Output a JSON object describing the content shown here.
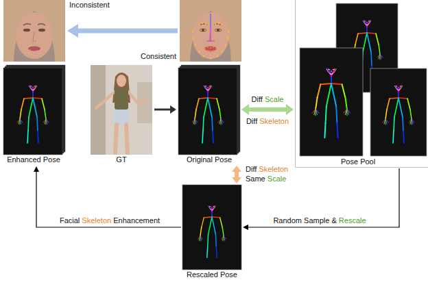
{
  "diagram": {
    "nodes": [
      {
        "text": [
          "Inconsistent"
        ]
      },
      {
        "text": [
          "Consistent"
        ]
      },
      {
        "text": [
          "Pose Pool"
        ]
      },
      {
        "text": [
          "Enhanced Pose"
        ]
      },
      {
        "text": [
          "GT"
        ]
      },
      {
        "text": [
          "Original Pose"
        ]
      },
      {
        "text": [
          "Rescaled Pose"
        ]
      }
    ],
    "edges": [
      {
        "from": 1,
        "to": 0,
        "arrow": "to"
      },
      {
        "from": 4,
        "to": 5,
        "arrow": "to"
      },
      {
        "from": 5,
        "to": 2,
        "arrow": "both"
      },
      {
        "from": 5,
        "to": 6,
        "arrow": "both"
      },
      {
        "from": 2,
        "to": 6,
        "arrow": "to",
        "label": "Random Sample & Rescale"
      },
      {
        "from": 6,
        "to": 3,
        "arrow": "to",
        "label": "Facial Skeleton Enhancement"
      }
    ],
    "labels": [
      "Diff Scale",
      "Diff Skeleton",
      "Diff Skeleton",
      "Same Scale"
    ]
  }
}
